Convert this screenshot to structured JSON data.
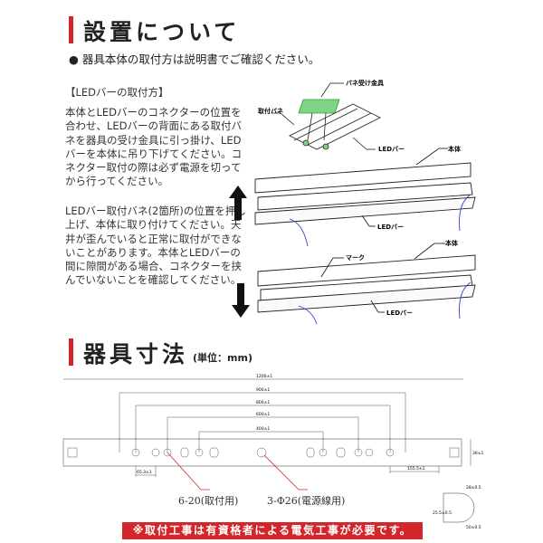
{
  "section1": {
    "title": "設置について",
    "note": "● 器具本体の取付方は説明書でご確認ください。",
    "subheading": "【LEDバーの取付方】",
    "paragraph1": "本体とLEDバーのコネクターの位置を合わせ、LEDバーの背面にある取付バネを器具の受け金具に引っ掛け、LEDバーを本体に吊り下げてください。コネクター取付の際は必ず電源を切ってから行ってください。",
    "paragraph2": "LEDバー取付バネ(2箇所)の位置を押し上げ、本体に取り付けてください。天井が歪んでいると正常に取付ができないことがあります。本体とLEDバーの間に隙間がある場合、コネクターを挟んでいないことを確認してください。",
    "illustration_labels": {
      "spring_bracket": "バネ受け金具",
      "spring": "取付バネ",
      "led_bar_1": "LEDバー",
      "body_1": "本体",
      "led_bar_2": "LEDバー",
      "body_2": "本体",
      "mark": "マーク",
      "led_bar_3": "LEDバー"
    },
    "arrows": [
      "arrow-up",
      "arrow-down"
    ]
  },
  "section2": {
    "title": "器具寸法",
    "unit": "(単位：mm)",
    "dimensions": {
      "total": "1200±1",
      "d900": "900±1",
      "d800": "800±1",
      "d600": "600±1",
      "d400": "400±1",
      "left_offset": "65.3±1",
      "right_offset": "155.5±1",
      "height": "36±1",
      "profile_top": "28±0.5",
      "profile_side": "25.5±0.5",
      "profile_bottom": "50±0.5"
    },
    "callouts": {
      "mount_holes": "6-20(取付用)",
      "power_holes": "3-Φ26(電源線用)"
    },
    "warning": "※取付工事は有資格者による電気工事が必要です。"
  },
  "colors": {
    "accent": "#d3262b",
    "bracket_green": "#7fd48a",
    "hand_blue": "#3344cc"
  }
}
